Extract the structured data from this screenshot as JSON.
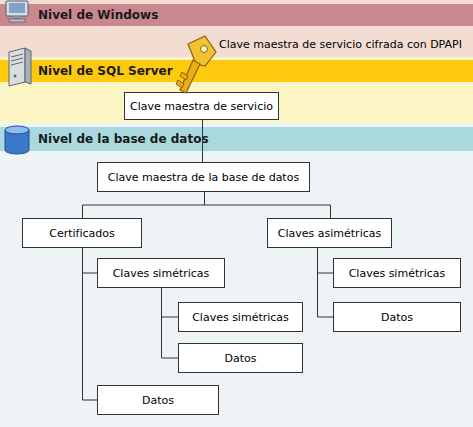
{
  "diagram": {
    "nodes": [
      {
        "text": [
          "Nivel de Windows"
        ]
      },
      {
        "text": [
          "Nivel de SQL Server"
        ]
      },
      {
        "text": [
          "Clave maestra de servicio"
        ],
        "in": 1
      },
      {
        "text": [
          "Nivel de la base de datos"
        ]
      },
      {
        "text": [
          "Clave maestra de la base de datos"
        ],
        "in": 3
      },
      {
        "text": [
          "Certificados"
        ],
        "in": 3
      },
      {
        "text": [
          "Claves asimétricas"
        ],
        "in": 3
      },
      {
        "text": [
          "Claves simétricas"
        ],
        "in": 3
      },
      {
        "text": [
          "Claves simétricas"
        ],
        "in": 3
      },
      {
        "text": [
          "Datos"
        ],
        "in": 3
      },
      {
        "text": [
          "Datos"
        ],
        "in": 3
      },
      {
        "text": [
          "Claves simétricas"
        ],
        "in": 3
      },
      {
        "text": [
          "Datos"
        ],
        "in": 3
      }
    ],
    "edges": [
      {
        "from": 2,
        "to": 4,
        "arrow": "none"
      },
      {
        "from": 4,
        "to": 5,
        "arrow": "none"
      },
      {
        "from": 4,
        "to": 6,
        "arrow": "none"
      },
      {
        "from": 5,
        "to": 7,
        "arrow": "none"
      },
      {
        "from": 5,
        "to": 10,
        "arrow": "none"
      },
      {
        "from": 7,
        "to": 8,
        "arrow": "none"
      },
      {
        "from": 7,
        "to": 9,
        "arrow": "none"
      },
      {
        "from": 6,
        "to": 11,
        "arrow": "none"
      },
      {
        "from": 6,
        "to": 12,
        "arrow": "none"
      }
    ],
    "labels": [
      "Clave maestra de servicio cifrada con DPAPI"
    ]
  }
}
